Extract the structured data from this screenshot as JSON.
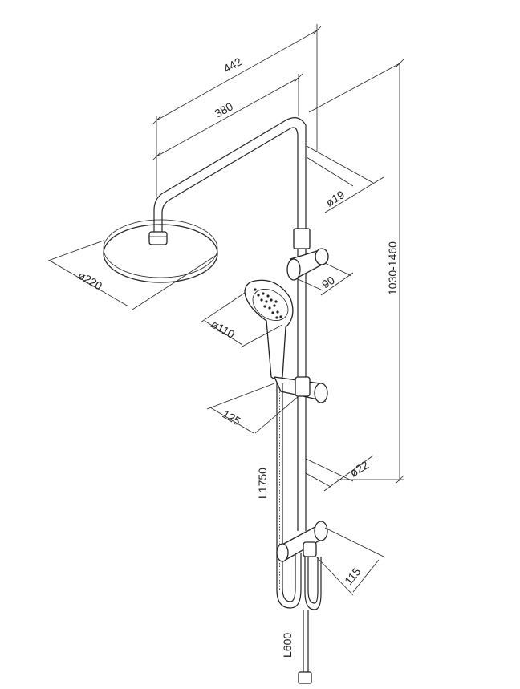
{
  "dimensions": {
    "width_442": "442",
    "width_380": "380",
    "pipe_dia": "ø19",
    "head_dia": "ø220",
    "height_range": "1030-1460",
    "holder_90": "90",
    "hand_dia": "ø110",
    "depth_125": "125",
    "hose_length": "L1750",
    "bar_dia": "ø22",
    "mixer_115": "115",
    "hose_600": "L600"
  },
  "colors": {
    "line": "#222222",
    "background": "#ffffff"
  }
}
